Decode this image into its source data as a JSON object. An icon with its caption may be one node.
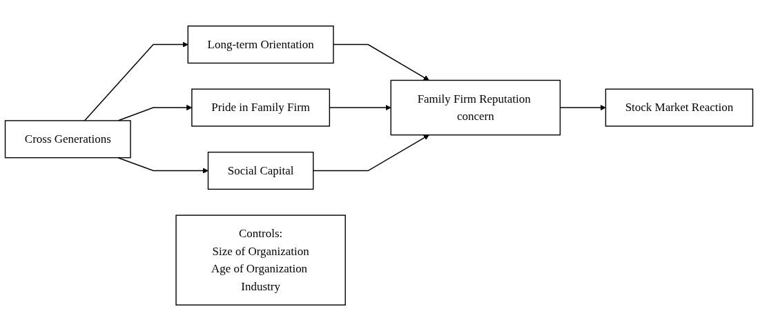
{
  "diagram": {
    "nodes": [
      {
        "text": [
          "Cross Generations"
        ]
      },
      {
        "text": [
          "Long-term Orientation"
        ]
      },
      {
        "text": [
          "Pride in Family Firm"
        ]
      },
      {
        "text": [
          "Social Capital"
        ]
      },
      {
        "text": [
          "Family Firm Reputation concern"
        ]
      },
      {
        "text": [
          "Stock Market Reaction"
        ]
      },
      {
        "text": [
          "Controls:",
          "Size of Organization",
          "Age of Organization Industry"
        ]
      }
    ],
    "edges": [
      {
        "from": 0,
        "to": 1,
        "arrow": "to"
      },
      {
        "from": 0,
        "to": 2,
        "arrow": "to"
      },
      {
        "from": 0,
        "to": 3,
        "arrow": "to"
      },
      {
        "from": 1,
        "to": 4,
        "arrow": "to"
      },
      {
        "from": 2,
        "to": 4,
        "arrow": "to"
      },
      {
        "from": 3,
        "to": 4,
        "arrow": "to"
      },
      {
        "from": 4,
        "to": 5,
        "arrow": "to"
      }
    ]
  }
}
